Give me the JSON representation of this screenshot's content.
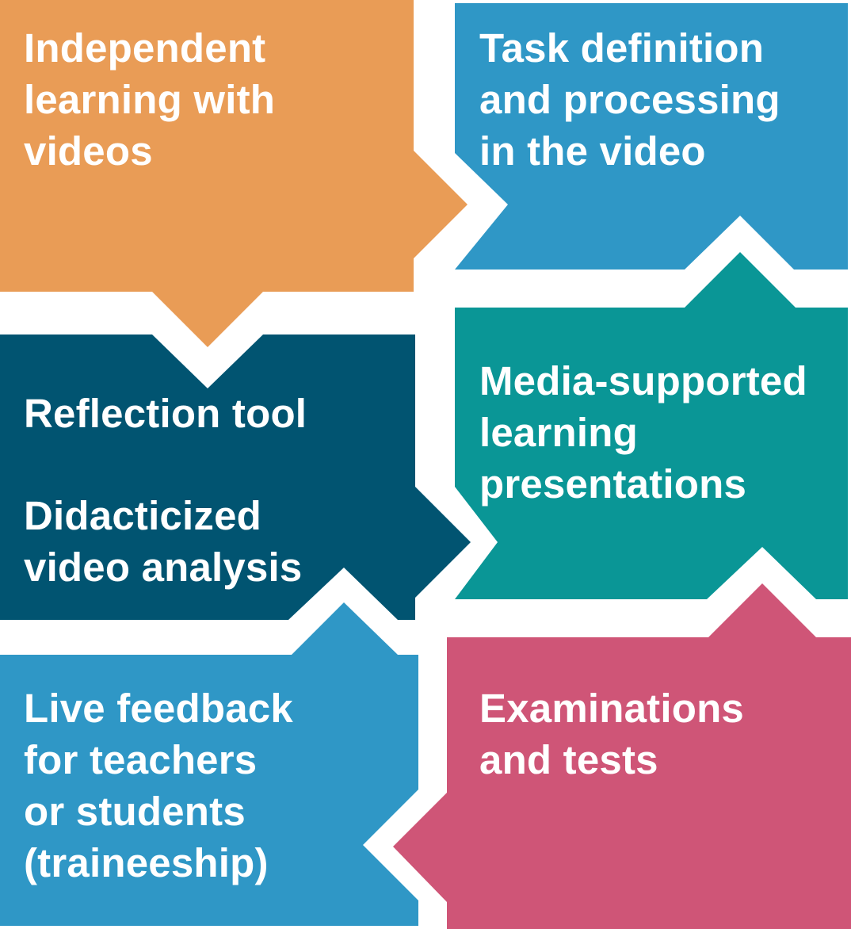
{
  "colors": {
    "orange": "#E99C56",
    "blue": "#2F97C6",
    "dark_teal": "#015471",
    "teal": "#0A9696",
    "pink": "#CF5577",
    "text": "#FFFFFF"
  },
  "tiles": [
    {
      "id": "independent-learning",
      "color": "orange",
      "lines": [
        "Independent",
        "learning with",
        "videos"
      ]
    },
    {
      "id": "task-definition",
      "color": "blue",
      "lines": [
        "Task definition",
        "and processing",
        "in the video"
      ]
    },
    {
      "id": "reflection-analysis",
      "color": "dark_teal",
      "lines": [
        "Reflection tool"
      ],
      "lines2": [
        "Didacticized",
        "video analysis"
      ]
    },
    {
      "id": "media-presentations",
      "color": "teal",
      "lines": [
        "Media-supported",
        "learning",
        "presentations"
      ]
    },
    {
      "id": "live-feedback",
      "color": "blue",
      "lines": [
        "Live feedback",
        "for teachers",
        "or students",
        "(traineeship)"
      ]
    },
    {
      "id": "examinations",
      "color": "pink",
      "lines": [
        "Examinations",
        "and tests"
      ]
    }
  ]
}
